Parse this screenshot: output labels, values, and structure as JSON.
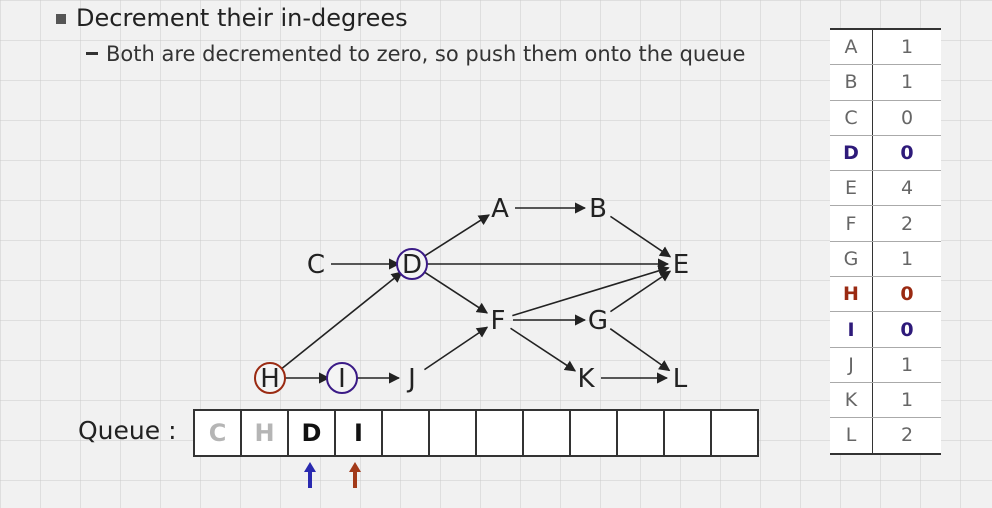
{
  "heading": "Decrement their in-degrees",
  "subheading": "Both are decremented to zero, so push them onto the queue",
  "graph": {
    "nodes": [
      {
        "id": "A",
        "label": "A"
      },
      {
        "id": "B",
        "label": "B"
      },
      {
        "id": "C",
        "label": "C"
      },
      {
        "id": "D",
        "label": "D",
        "circle": "#3a1a86"
      },
      {
        "id": "E",
        "label": "E"
      },
      {
        "id": "F",
        "label": "F"
      },
      {
        "id": "G",
        "label": "G"
      },
      {
        "id": "H",
        "label": "H",
        "circle": "#9a2a12"
      },
      {
        "id": "I",
        "label": "I",
        "circle": "#3a1a86"
      },
      {
        "id": "J",
        "label": "J"
      },
      {
        "id": "K",
        "label": "K"
      },
      {
        "id": "L",
        "label": "L"
      }
    ],
    "edges": [
      [
        "A",
        "B"
      ],
      [
        "B",
        "E"
      ],
      [
        "C",
        "D"
      ],
      [
        "D",
        "A"
      ],
      [
        "D",
        "E"
      ],
      [
        "D",
        "F"
      ],
      [
        "F",
        "E"
      ],
      [
        "F",
        "G"
      ],
      [
        "F",
        "K"
      ],
      [
        "G",
        "E"
      ],
      [
        "G",
        "L"
      ],
      [
        "H",
        "D"
      ],
      [
        "H",
        "I"
      ],
      [
        "I",
        "J"
      ],
      [
        "J",
        "F"
      ],
      [
        "K",
        "L"
      ]
    ]
  },
  "queue": {
    "label": "Queue :",
    "cells": [
      "C",
      "H",
      "D",
      "I",
      "",
      "",
      "",
      "",
      "",
      "",
      "",
      ""
    ],
    "dequeued_count": 2,
    "front_arrow_color": "#2a2ab0",
    "back_arrow_color": "#a23a1a"
  },
  "indegree_table": [
    {
      "node": "A",
      "value": "1"
    },
    {
      "node": "B",
      "value": "1"
    },
    {
      "node": "C",
      "value": "0"
    },
    {
      "node": "D",
      "value": "0",
      "color": "#2e1a7a"
    },
    {
      "node": "E",
      "value": "4"
    },
    {
      "node": "F",
      "value": "2"
    },
    {
      "node": "G",
      "value": "1"
    },
    {
      "node": "H",
      "value": "0",
      "color": "#9a2a12"
    },
    {
      "node": "I",
      "value": "0",
      "color": "#2e1a7a"
    },
    {
      "node": "J",
      "value": "1"
    },
    {
      "node": "K",
      "value": "1"
    },
    {
      "node": "L",
      "value": "2"
    }
  ]
}
